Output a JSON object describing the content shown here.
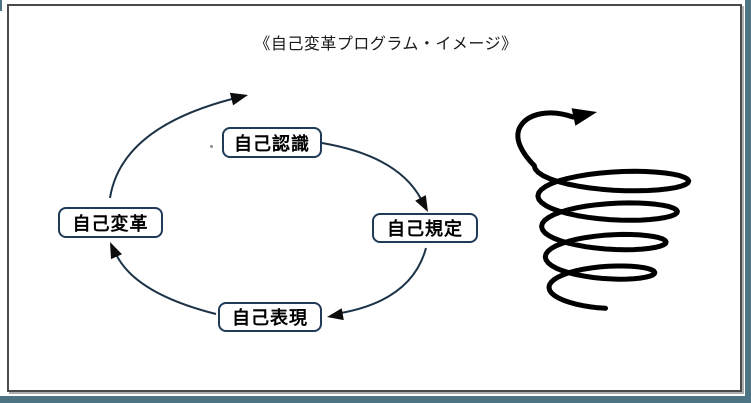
{
  "window": {
    "canvas_bg": "#ffffff",
    "frame_border": "#4a4a4a",
    "desktop_strip": "#4e7383"
  },
  "diagram": {
    "title": "《自己変革プログラム・イメージ》",
    "nodes": [
      {
        "id": "self-awareness",
        "label": "自己認識"
      },
      {
        "id": "self-definition",
        "label": "自己規定"
      },
      {
        "id": "self-expression",
        "label": "自己表現"
      },
      {
        "id": "self-transformation",
        "label": "自己変革"
      }
    ],
    "edges": [
      {
        "from": "自己認識",
        "to": "自己規定"
      },
      {
        "from": "自己規定",
        "to": "自己表現"
      },
      {
        "from": "自己表現",
        "to": "自己変革"
      },
      {
        "from": "自己変革",
        "to": "",
        "type": "open-ascending-arrow"
      }
    ],
    "spiral": {
      "loops": 4,
      "direction": "upward",
      "arrow": true
    },
    "colors": {
      "node_border": "#1f3b57",
      "arrow": "#1c3347",
      "arrowhead": "#0d0d0d",
      "spiral": "#000000",
      "title_text": "#1a1a1a"
    }
  }
}
